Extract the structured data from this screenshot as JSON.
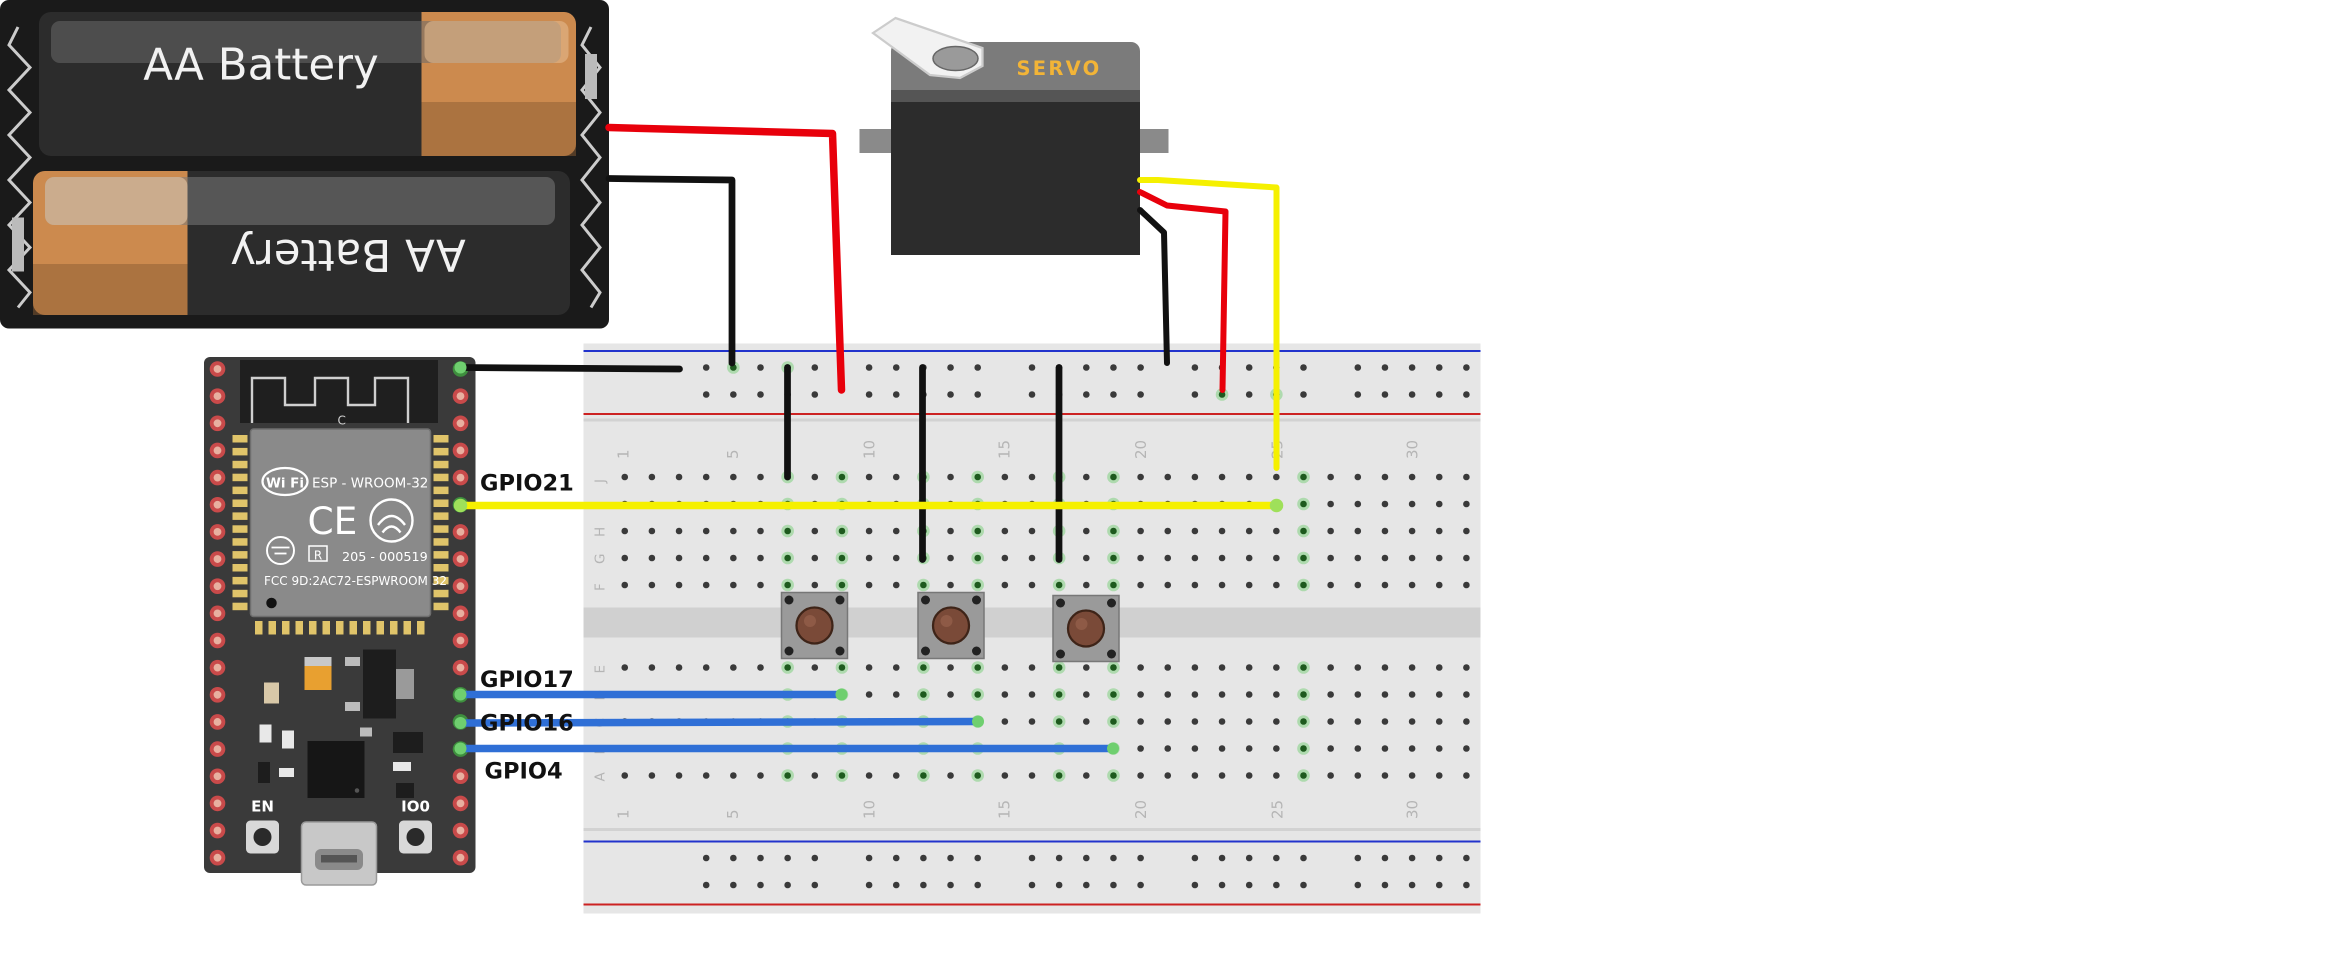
{
  "battery": {
    "label_top": "AA Battery",
    "label_bottom": "AA Battery"
  },
  "servo": {
    "label": "SERVO"
  },
  "esp32": {
    "module_name": "ESP - WROOM-32",
    "wifi_text": "Wi Fi",
    "ce_text": "CE",
    "r_text": "R",
    "cert_code": "205 - 000519",
    "fcc_text": "FCC 9D:2AC72-ESPWROOM 32",
    "antenna_mark": "C",
    "button_en": "EN",
    "button_io0": "IO0"
  },
  "gpio_labels": {
    "gpio21": "GPIO21",
    "gpio17": "GPIO17",
    "gpio16": "GPIO16",
    "gpio4": "GPIO4"
  },
  "breadboard": {
    "column_numbers": [
      "1",
      "5",
      "10",
      "15",
      "20",
      "25",
      "30"
    ],
    "row_letters": [
      "J",
      "I",
      "H",
      "G",
      "F",
      "E",
      "D",
      "C",
      "B",
      "A"
    ]
  },
  "colors": {
    "wire_red": "#e8000b",
    "wire_black": "#111111",
    "wire_yellow": "#f5f000",
    "wire_blue": "#2f6fd6",
    "breadboard": "#e6e6e6",
    "board": "#3a3a3a"
  }
}
